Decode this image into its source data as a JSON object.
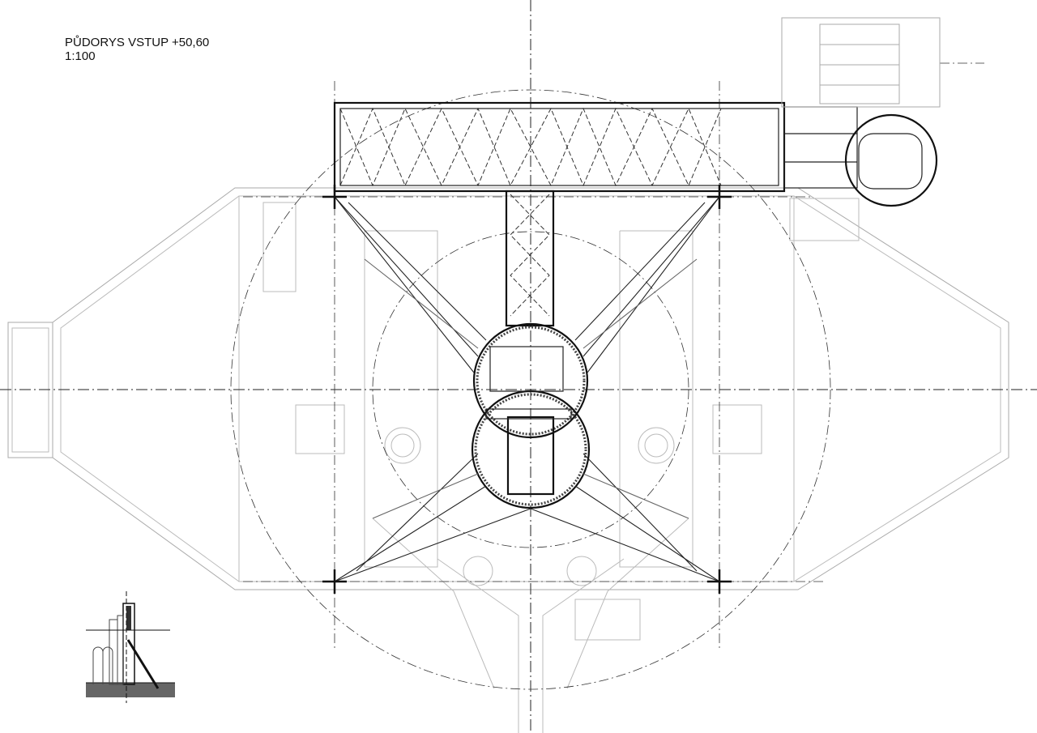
{
  "drawing": {
    "title": "PŮDORYS VSTUP +50,60",
    "scale": "1:100"
  },
  "thumbnail": {
    "icon": "tower-elevation-thumbnail"
  },
  "colors": {
    "line": "#222222",
    "secondary": "#aaaaaa",
    "fill_dark": "#666666"
  }
}
